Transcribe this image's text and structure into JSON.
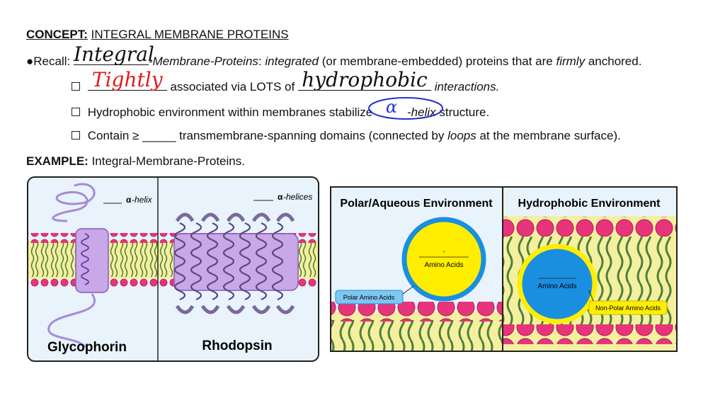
{
  "concept": {
    "label": "CONCEPT:",
    "title": "INTEGRAL MEMBRANE PROTEINS"
  },
  "recall": {
    "bullet": "●Recall:",
    "handwritten": "Integral",
    "term": "-Membrane-Proteins",
    "colon": ":",
    "word1": "integrated",
    "mid": "(or membrane-embedded) proteins that are",
    "word2": "firmly",
    "end": "anchored."
  },
  "points": [
    {
      "handwritten": "Tightly",
      "text1": "associated via LOTS of",
      "handwritten2": "hydrophobic",
      "text2": "interactions."
    },
    {
      "text1": "Hydrophobic environment within membranes stabilize",
      "handwritten": "α",
      "text2": "-helix",
      "text3": "structure."
    },
    {
      "text1": "Contain ≥",
      "blank": "_____",
      "text2": "transmembrane-spanning domains (connected by",
      "word": "loops",
      "text3": "at the membrane surface)."
    }
  ],
  "example": {
    "label": "EXAMPLE:",
    "text": "Integral-Membrane-Proteins."
  },
  "figure_left": {
    "panel1_blank": "____",
    "panel1_alpha": "α",
    "panel1_term": "-helix",
    "panel1_caption": "Glycophorin",
    "panel2_blank": "____",
    "panel2_alpha": "α",
    "panel2_term": "-helices",
    "panel2_caption": "Rhodopsin"
  },
  "figure_right": {
    "left_title": "Polar/Aqueous Environment",
    "left_dash": "-",
    "left_circle_label": "Amino Acids",
    "left_tag": "Polar Amino Acids",
    "right_title": "Hydrophobic Environment",
    "right_circle_label": "Amino Acids",
    "right_tag": "Non-Polar Amino Acids"
  },
  "colors": {
    "handwriting_red": "#e21b1b",
    "handwriting_blue": "#2233cc",
    "lipid_head": "#e8347a",
    "tail_green": "#4f7f3a",
    "membrane_yellow": "#f4f0a0",
    "circle_blue": "#1a8fe0",
    "circle_yellow": "#ffee00"
  }
}
